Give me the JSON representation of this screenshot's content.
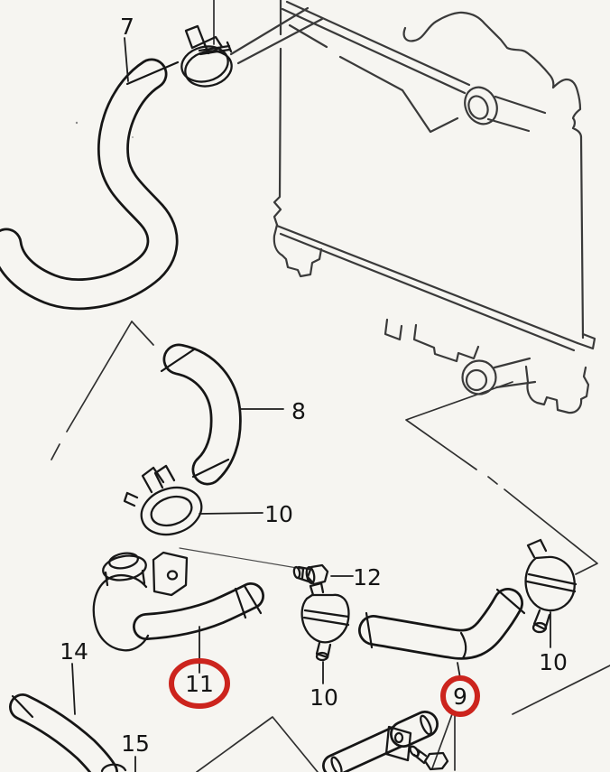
{
  "callouts": [
    {
      "id": "hose-7",
      "text": "7",
      "highlighted": false
    },
    {
      "id": "hose-8",
      "text": "8",
      "highlighted": false
    },
    {
      "id": "clamp-10-left",
      "text": "10",
      "highlighted": false
    },
    {
      "id": "bolt-12",
      "text": "12",
      "highlighted": false
    },
    {
      "id": "pipe-11",
      "text": "11",
      "highlighted": true
    },
    {
      "id": "clamp-10-mid",
      "text": "10",
      "highlighted": false
    },
    {
      "id": "hose-9",
      "text": "9",
      "highlighted": true
    },
    {
      "id": "clamp-10-right",
      "text": "10",
      "highlighted": false
    },
    {
      "id": "hose-14",
      "text": "14",
      "highlighted": false
    },
    {
      "id": "part-15",
      "text": "15",
      "highlighted": false
    }
  ],
  "colors": {
    "highlight": "#cc241d",
    "ink": "#1a1a1a",
    "paper": "#f6f5f1"
  }
}
